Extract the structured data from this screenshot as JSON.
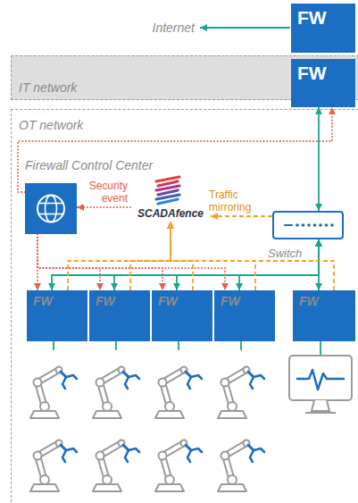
{
  "diagram": {
    "nodes": [
      {
        "text": [
          "FW"
        ]
      },
      {
        "text": [
          "IT network"
        ]
      },
      {
        "text": [
          "FW"
        ]
      },
      {
        "text": [
          "OT network"
        ]
      },
      {
        "text": [
          "Firewall Control Center"
        ],
        "in": 3
      },
      {
        "text": [
          "SCADAfence"
        ],
        "in": 3
      },
      {
        "text": [
          "Switch"
        ],
        "in": 3
      },
      {
        "text": [
          "FW"
        ],
        "in": 3
      },
      {
        "text": [
          "FW"
        ],
        "in": 3
      },
      {
        "text": [
          "FW"
        ],
        "in": 3
      },
      {
        "text": [
          "FW"
        ],
        "in": 3
      },
      {
        "text": [
          "FW"
        ],
        "in": 3
      }
    ],
    "edges": [
      {
        "from": 2,
        "to": 6,
        "arrow": "both"
      },
      {
        "from": 4,
        "to": 2,
        "arrow": "to"
      },
      {
        "from": 5,
        "to": 4,
        "label": "Security event",
        "arrow": "to"
      },
      {
        "from": 6,
        "to": 5,
        "label": "Traffic mirroring",
        "arrow": "to"
      },
      {
        "from": 6,
        "to": 7,
        "arrow": "both"
      },
      {
        "from": 6,
        "to": 8,
        "arrow": "both"
      },
      {
        "from": 6,
        "to": 9,
        "arrow": "both"
      },
      {
        "from": 6,
        "to": 10,
        "arrow": "both"
      },
      {
        "from": 6,
        "to": 11,
        "arrow": "both"
      },
      {
        "from": 4,
        "to": 7,
        "arrow": "to"
      },
      {
        "from": 4,
        "to": 8,
        "arrow": "to"
      },
      {
        "from": 4,
        "to": 9,
        "arrow": "to"
      },
      {
        "from": 4,
        "to": 10,
        "arrow": "to"
      },
      {
        "from": 7,
        "to": 5,
        "arrow": "to"
      },
      {
        "from": 8,
        "to": 5,
        "arrow": "to"
      },
      {
        "from": 9,
        "to": 5,
        "arrow": "to"
      },
      {
        "from": 10,
        "to": 5,
        "arrow": "to"
      },
      {
        "from": 11,
        "to": 5,
        "arrow": "to"
      }
    ],
    "labels": [
      "Internet"
    ]
  }
}
